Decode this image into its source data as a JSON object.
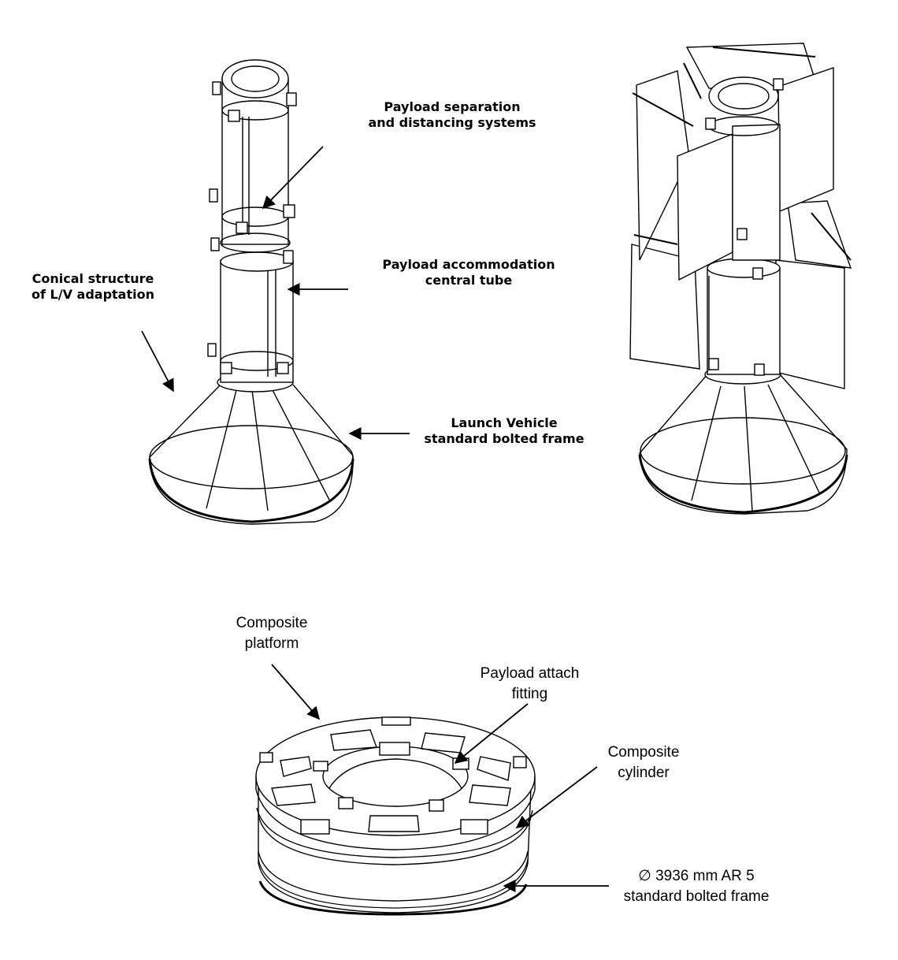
{
  "labels": {
    "payload_separation": [
      "Payload separation",
      "and distancing systems"
    ],
    "conical_structure": [
      "Conical structure",
      "of L/V adaptation"
    ],
    "payload_accommodation": [
      "Payload accommodation",
      "central tube"
    ],
    "launch_vehicle_frame": [
      "Launch Vehicle",
      "standard bolted frame"
    ],
    "composite_platform": [
      "Composite",
      "platform"
    ],
    "payload_attach": [
      "Payload attach",
      "fitting"
    ],
    "composite_cylinder": [
      "Composite",
      "cylinder"
    ],
    "ar5_frame": [
      "∅ 3936 mm AR 5",
      "standard bolted frame"
    ]
  },
  "colors": {
    "line": "#000000",
    "panel_fill": "#ffffff"
  }
}
